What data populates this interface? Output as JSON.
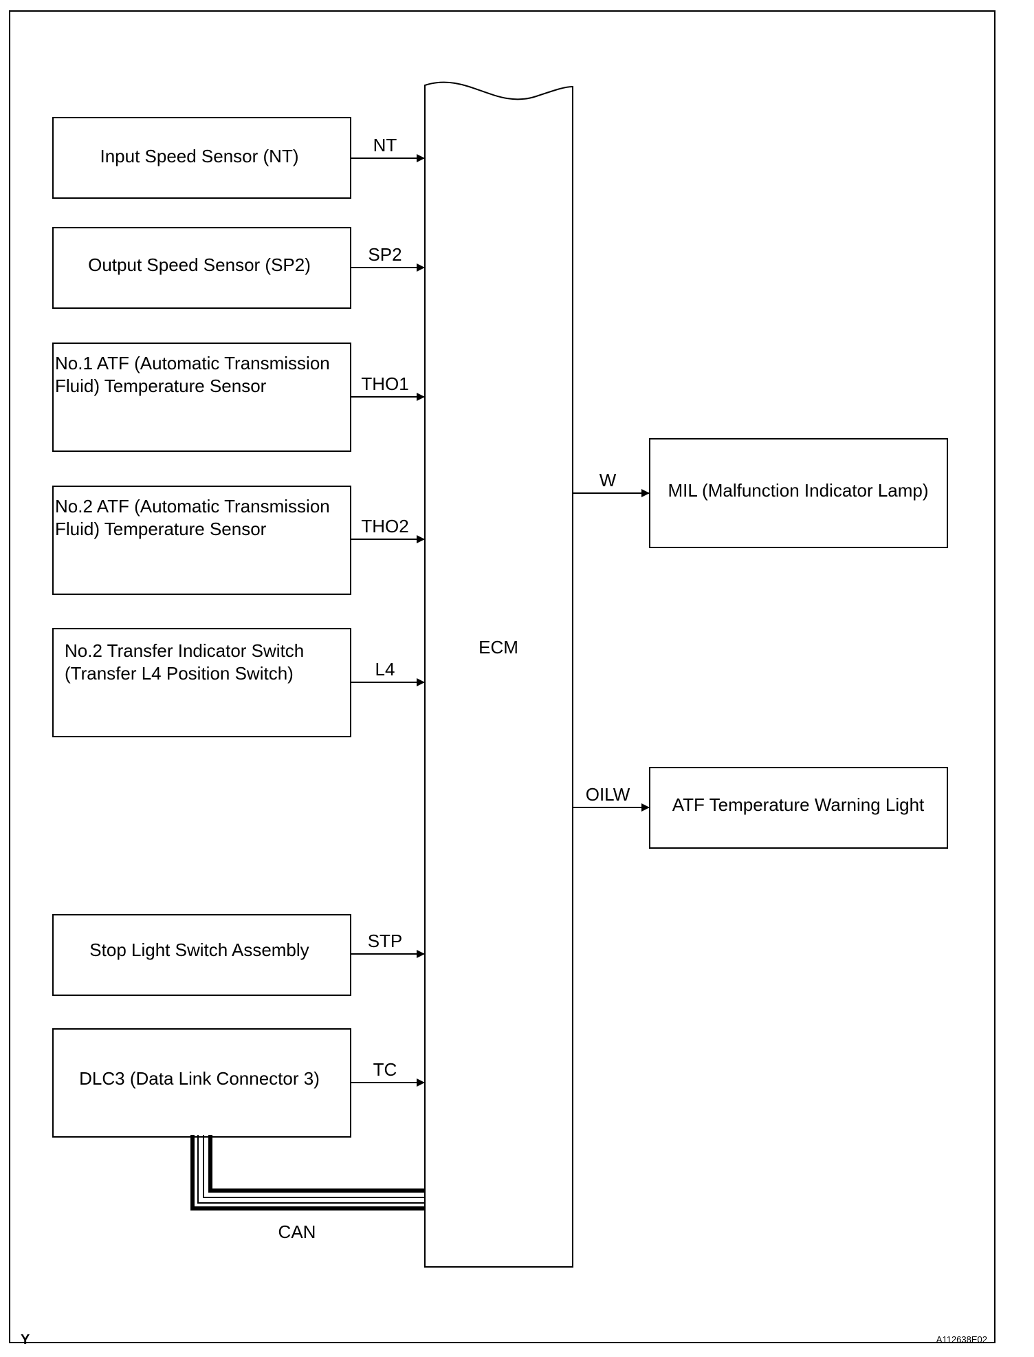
{
  "ecm": {
    "label": "ECM"
  },
  "inputs": [
    {
      "lines": [
        "Input Speed Sensor (NT)"
      ],
      "signal": "NT"
    },
    {
      "lines": [
        "Output Speed Sensor (SP2)"
      ],
      "signal": "SP2"
    },
    {
      "lines": [
        "No.1 ATF (Automatic Transmission",
        "Fluid) Temperature Sensor"
      ],
      "signal": "THO1"
    },
    {
      "lines": [
        "No.2 ATF (Automatic Transmission",
        "Fluid) Temperature Sensor"
      ],
      "signal": "THO2"
    },
    {
      "lines": [
        "No.2 Transfer Indicator Switch",
        "(Transfer L4 Position Switch)"
      ],
      "signal": "L4"
    },
    {
      "lines": [
        "Stop Light Switch Assembly"
      ],
      "signal": "STP"
    },
    {
      "lines": [
        "DLC3 (Data Link Connector 3)"
      ],
      "signal": "TC"
    }
  ],
  "outputs": [
    {
      "lines": [
        "MIL (Malfunction Indicator Lamp)"
      ],
      "signal": "W"
    },
    {
      "lines": [
        "ATF Temperature Warning Light"
      ],
      "signal": "OILW"
    }
  ],
  "bus": {
    "label": "CAN"
  },
  "footer": {
    "left": "Y",
    "right": "A112638E02"
  }
}
